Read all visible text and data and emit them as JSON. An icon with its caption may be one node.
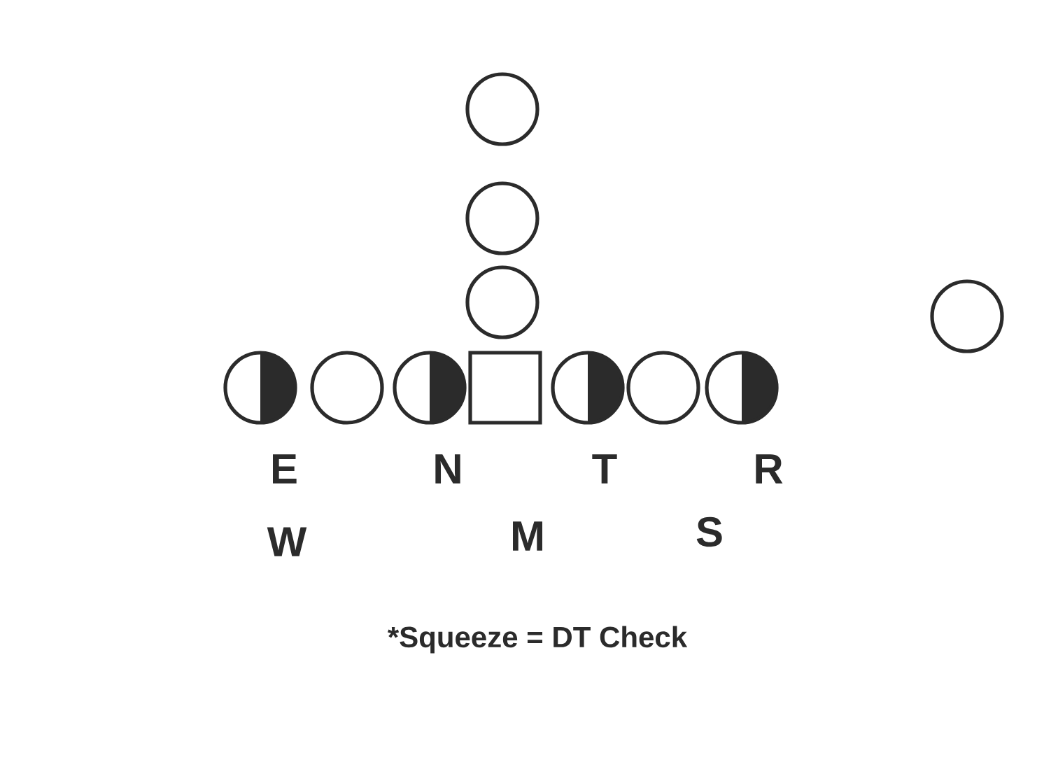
{
  "diagram": {
    "caption": "*Squeeze = DT Check",
    "labels": [
      "E",
      "N",
      "T",
      "R",
      "W",
      "M",
      "S"
    ]
  }
}
